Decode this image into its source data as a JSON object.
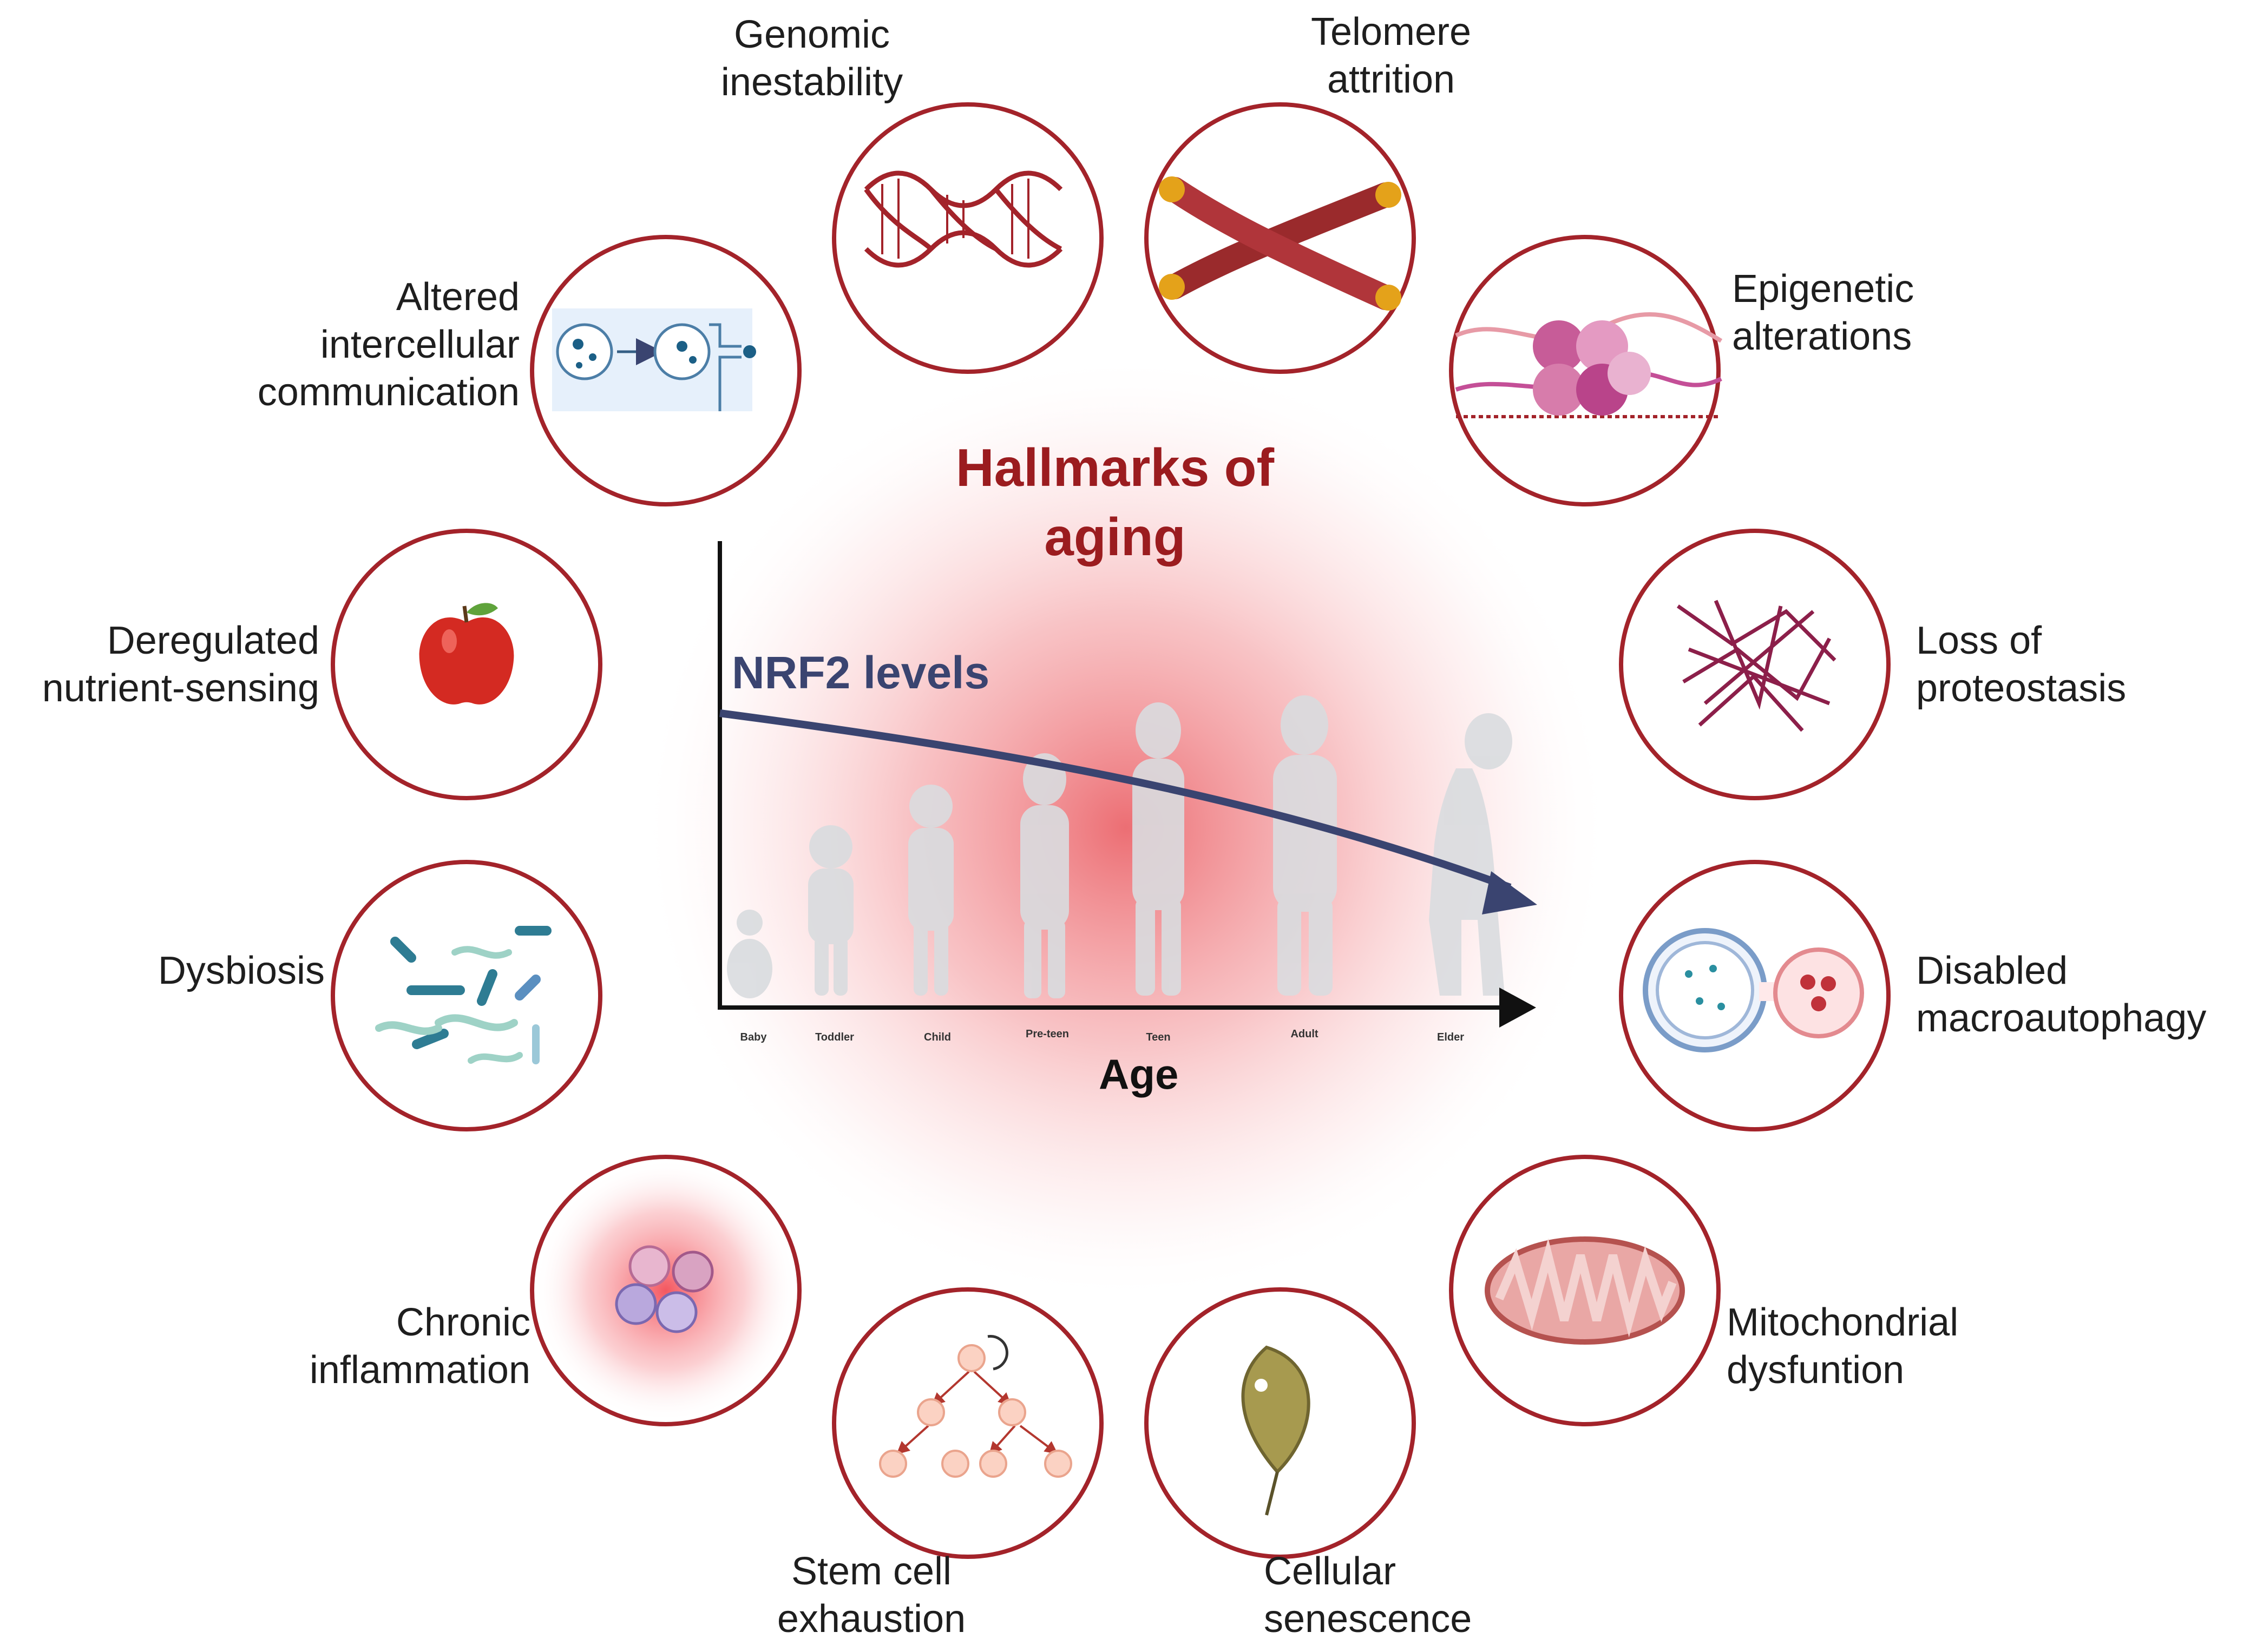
{
  "title": [
    "Hallmarks of",
    "aging"
  ],
  "graph": {
    "curve_label": "NRF2 levels",
    "x_label": "Age",
    "stages": [
      "Baby",
      "Toddler",
      "Child",
      "Pre-teen",
      "Teen",
      "Adult",
      "Elder"
    ]
  },
  "hallmarks": {
    "genomic": [
      "Genomic",
      "inestability"
    ],
    "telomere": [
      "Telomere",
      "attrition"
    ],
    "epigenetic": [
      "Epigenetic",
      "alterations"
    ],
    "proteostasis": [
      "Loss of",
      "proteostasis"
    ],
    "macroautophagy": [
      "Disabled",
      "macroautophagy"
    ],
    "mitochondrial": [
      "Mitochondrial",
      "dysfuntion"
    ],
    "senescence": [
      "Cellular",
      "senescence"
    ],
    "stemcell": [
      "Stem cell",
      "exhaustion"
    ],
    "inflammation": [
      "Chronic",
      "inflammation"
    ],
    "dysbiosis": [
      "Dysbiosis"
    ],
    "nutrient": [
      "Deregulated",
      "nutrient-sensing"
    ],
    "communication": [
      "Altered",
      "intercellular",
      "communication"
    ]
  },
  "colors": {
    "ring": "#a3232a",
    "title": "#9b1c1f",
    "curve": "#3a4470",
    "glow": "#e8474c"
  }
}
